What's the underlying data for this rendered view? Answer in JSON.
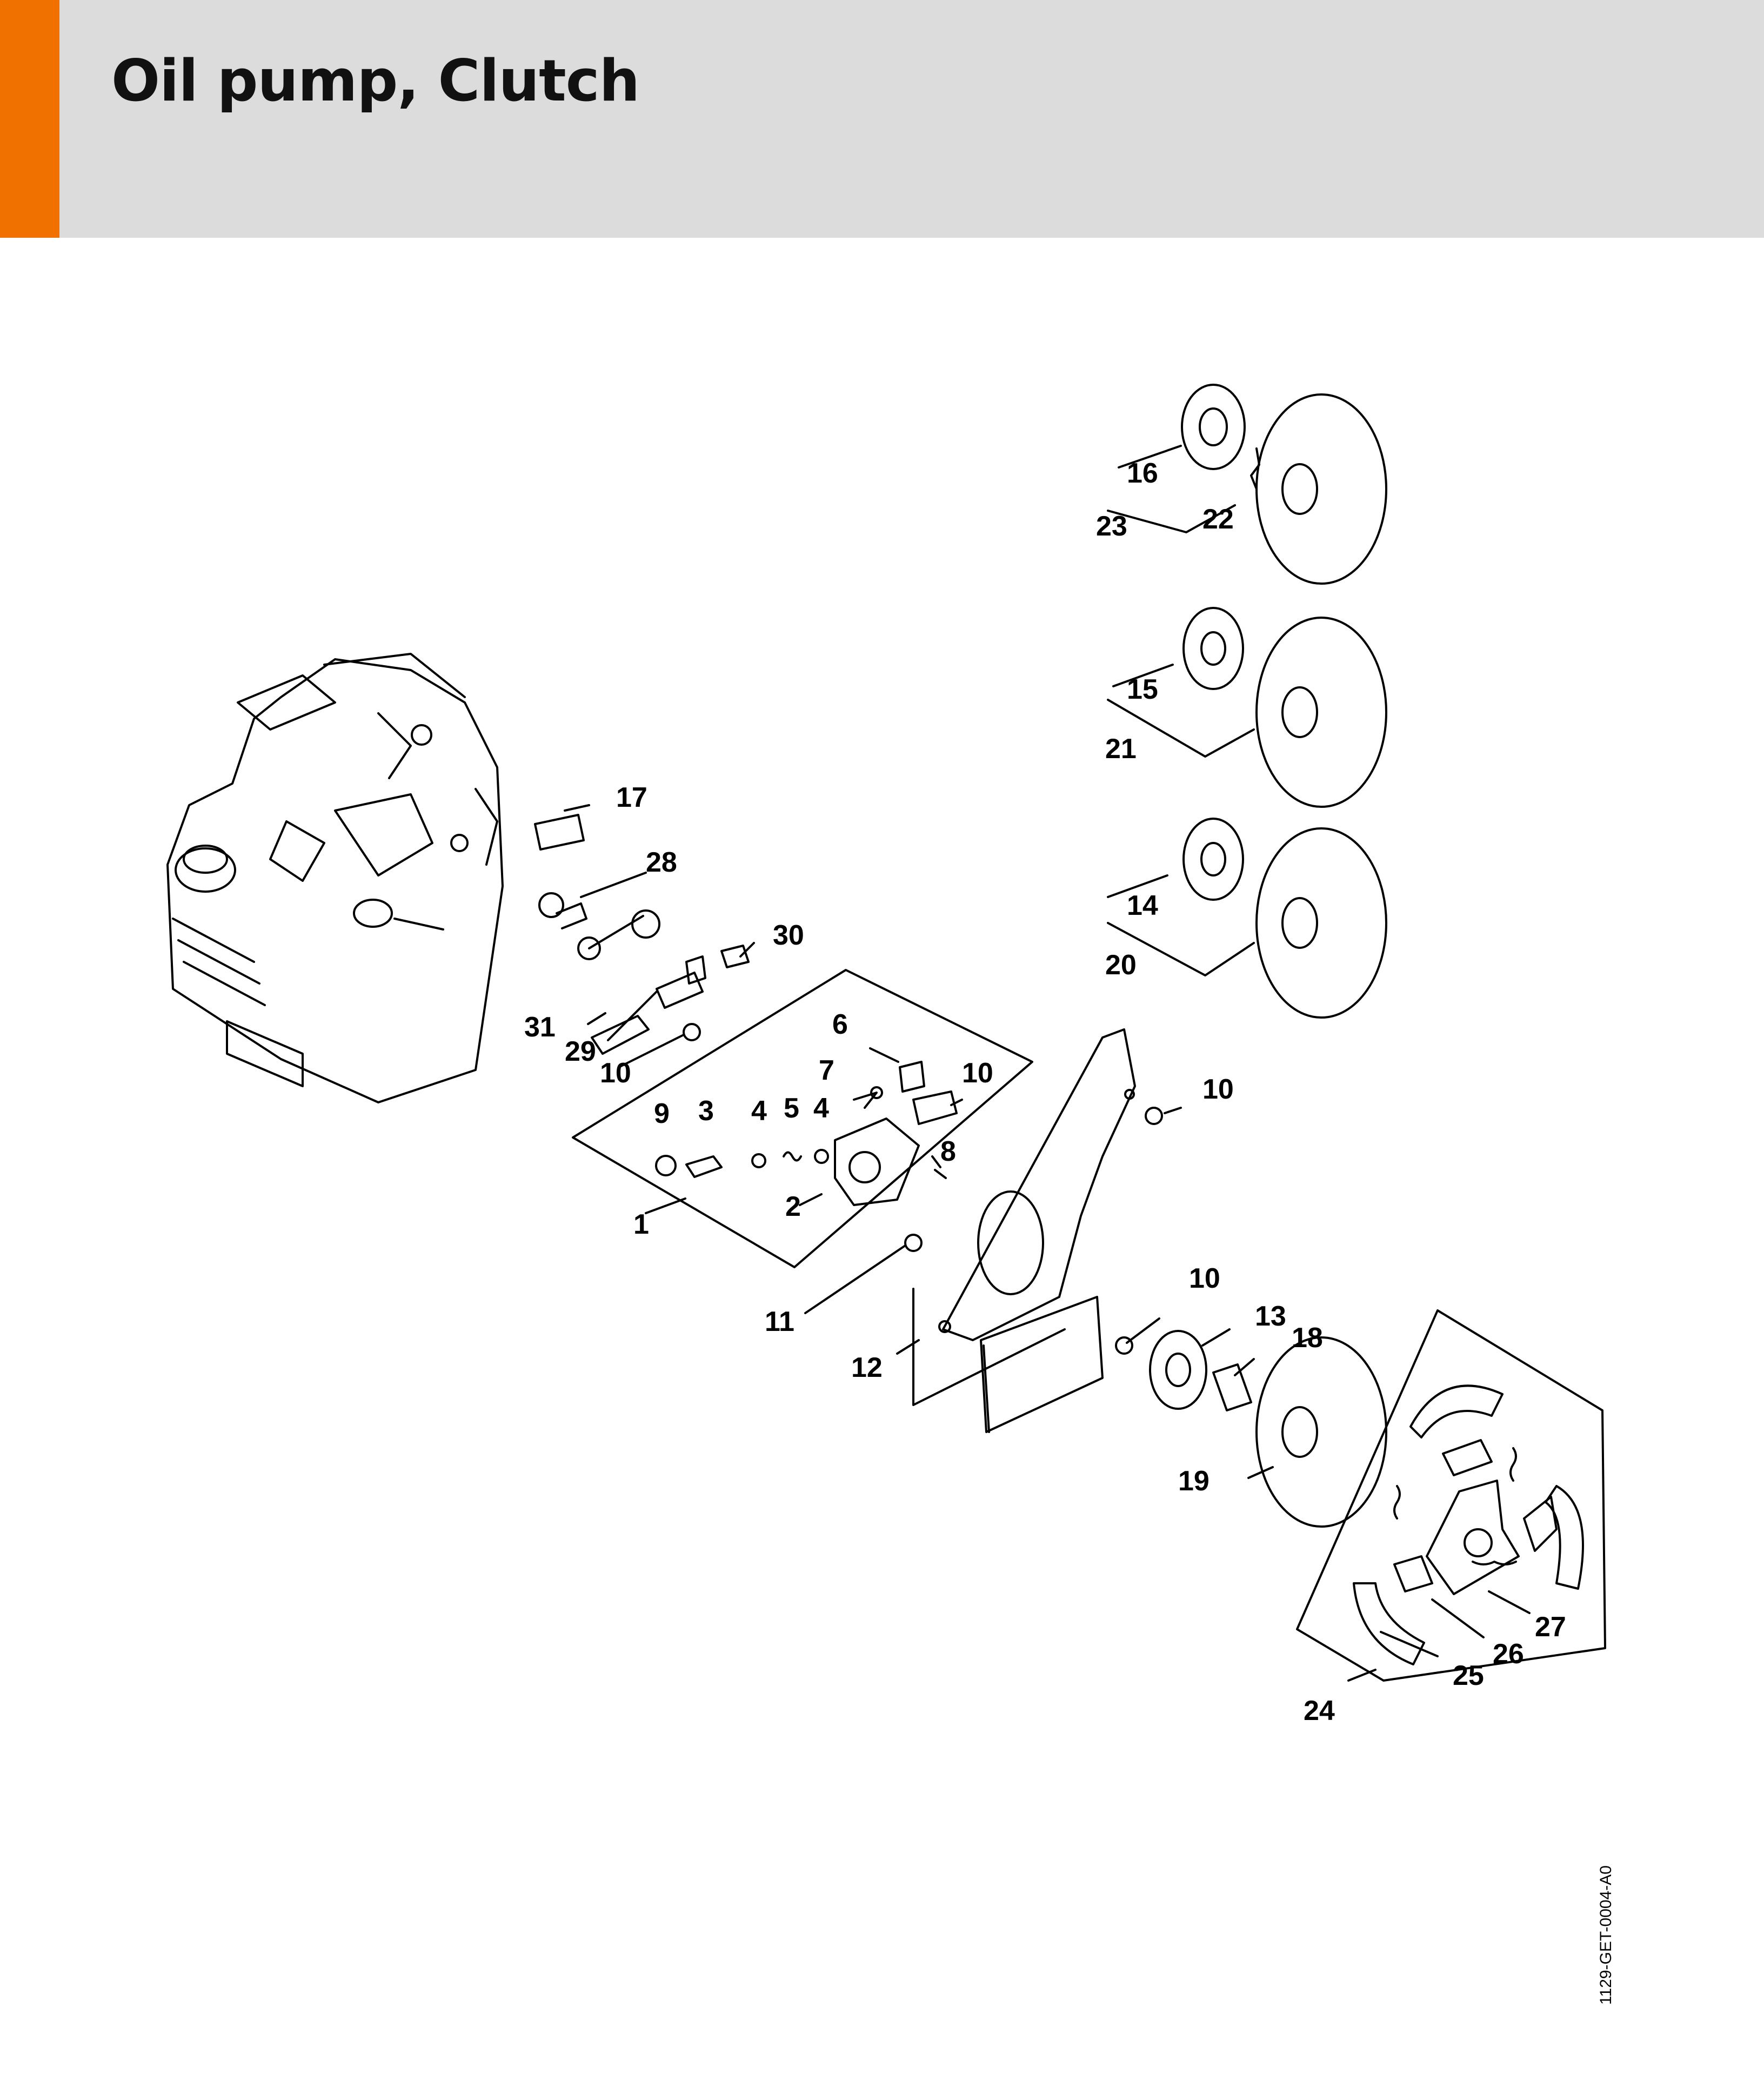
{
  "header": {
    "title": "Oil pump, Clutch",
    "accent_color": "#f07000",
    "background_color": "#dcdcdc"
  },
  "callouts": {
    "c1": "1",
    "c2": "2",
    "c3": "3",
    "c4a": "4",
    "c4b": "4",
    "c5": "5",
    "c6": "6",
    "c7": "7",
    "c8": "8",
    "c9": "9",
    "c10a": "10",
    "c10b": "10",
    "c10c": "10",
    "c10d": "10",
    "c11": "11",
    "c12": "12",
    "c13": "13",
    "c14": "14",
    "c15": "15",
    "c16": "16",
    "c17": "17",
    "c18": "18",
    "c19": "19",
    "c20": "20",
    "c21": "21",
    "c22": "22",
    "c23": "23",
    "c24": "24",
    "c25": "25",
    "c26": "26",
    "c27": "27",
    "c28": "28",
    "c29": "29",
    "c30": "30",
    "c31": "31"
  },
  "doc_id": "1129-GET-0004-A0"
}
